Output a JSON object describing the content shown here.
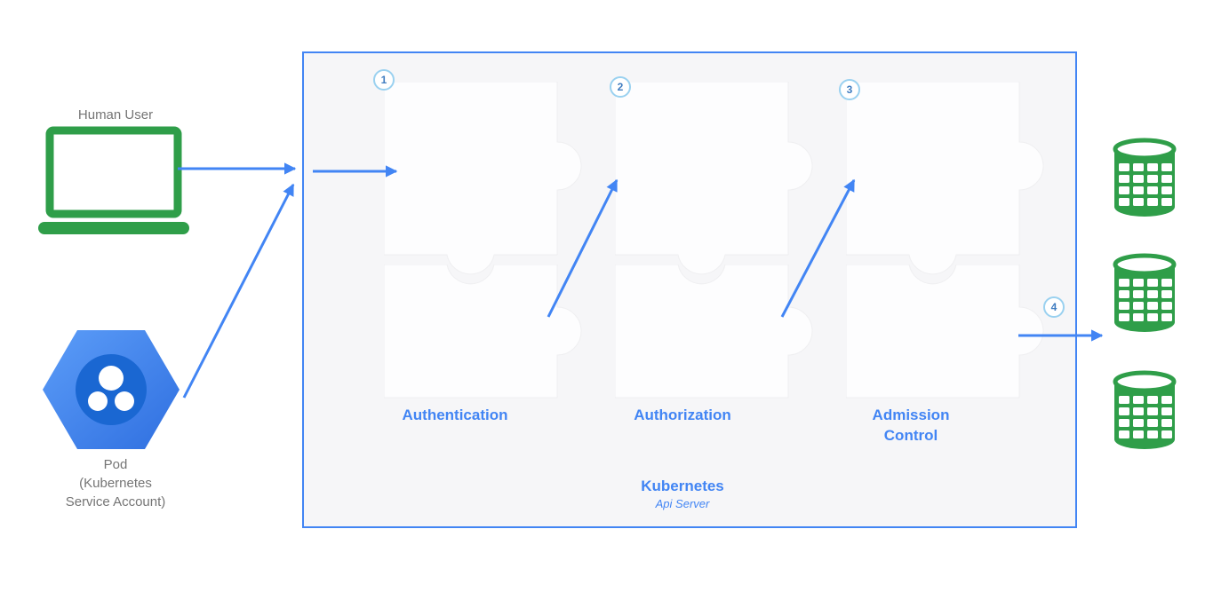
{
  "colors": {
    "accent-blue": "#4285F4",
    "green": "#2F9E49",
    "badge-border": "#9AD1F0",
    "badge-text": "#3F7CC0",
    "box-bg": "#F6F6F8",
    "label-gray": "#757575",
    "puzzle-fill": "#FDFDFE",
    "puzzle-stroke": "#EFEFF1"
  },
  "actors": {
    "human": {
      "label": "Human User",
      "icon": "laptop-icon"
    },
    "pod": {
      "label": "Pod\n(Kubernetes\nService Account)",
      "icon": "pod-hexagon-icon"
    }
  },
  "api_server": {
    "title": "Kubernetes",
    "subtitle": "Api Server",
    "stages": [
      {
        "badge": "1",
        "label": "Authentication"
      },
      {
        "badge": "2",
        "label": "Authorization"
      },
      {
        "badge": "3",
        "label": "Admission\nControl"
      }
    ],
    "output_badge": "4"
  },
  "storage": {
    "icon": "database-icon",
    "count": 3
  }
}
